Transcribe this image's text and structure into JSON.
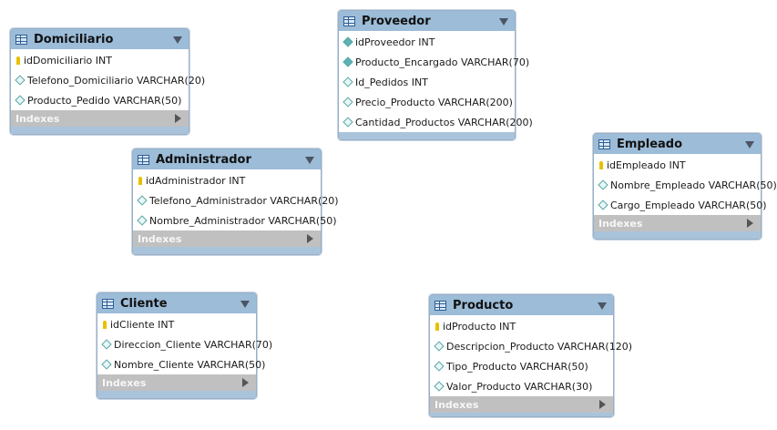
{
  "tables": {
    "domiciliario": {
      "name": "Domiciliario",
      "columns": [
        {
          "label": "idDomiciliario INT",
          "icon": "primary-key-icon"
        },
        {
          "label": "Telefono_Domiciliario VARCHAR(20)",
          "icon": "column-diamond-icon"
        },
        {
          "label": "Producto_Pedido VARCHAR(50)",
          "icon": "column-diamond-icon"
        }
      ],
      "indexes_label": "Indexes"
    },
    "proveedor": {
      "name": "Proveedor",
      "columns": [
        {
          "label": "idProveedor INT",
          "icon": "column-diamond-filled-icon"
        },
        {
          "label": "Producto_Encargado VARCHAR(70)",
          "icon": "column-diamond-filled-icon"
        },
        {
          "label": "Id_Pedidos INT",
          "icon": "column-diamond-icon"
        },
        {
          "label": "Precio_Producto VARCHAR(200)",
          "icon": "column-diamond-icon"
        },
        {
          "label": "Cantidad_Productos VARCHAR(200)",
          "icon": "column-diamond-icon"
        }
      ]
    },
    "administrador": {
      "name": "Administrador",
      "columns": [
        {
          "label": "idAdministrador INT",
          "icon": "primary-key-icon"
        },
        {
          "label": "Telefono_Administrador VARCHAR(20)",
          "icon": "column-diamond-icon"
        },
        {
          "label": "Nombre_Administrador VARCHAR(50)",
          "icon": "column-diamond-icon"
        }
      ],
      "indexes_label": "Indexes"
    },
    "empleado": {
      "name": "Empleado",
      "columns": [
        {
          "label": "idEmpleado INT",
          "icon": "primary-key-icon"
        },
        {
          "label": "Nombre_Empleado VARCHAR(50)",
          "icon": "column-diamond-icon"
        },
        {
          "label": "Cargo_Empleado VARCHAR(50)",
          "icon": "column-diamond-icon"
        }
      ],
      "indexes_label": "Indexes"
    },
    "cliente": {
      "name": "Cliente",
      "columns": [
        {
          "label": "idCliente INT",
          "icon": "primary-key-icon"
        },
        {
          "label": "Direccion_Cliente VARCHAR(70)",
          "icon": "column-diamond-icon"
        },
        {
          "label": "Nombre_Cliente VARCHAR(50)",
          "icon": "column-diamond-icon"
        }
      ],
      "indexes_label": "Indexes"
    },
    "producto": {
      "name": "Producto",
      "columns": [
        {
          "label": "idProducto INT",
          "icon": "primary-key-icon"
        },
        {
          "label": "Descripcion_Producto VARCHAR(120)",
          "icon": "column-diamond-icon"
        },
        {
          "label": "Tipo_Producto VARCHAR(50)",
          "icon": "column-diamond-icon"
        },
        {
          "label": "Valor_Producto VARCHAR(30)",
          "icon": "column-diamond-icon"
        }
      ],
      "indexes_label": "Indexes"
    }
  },
  "colors": {
    "header": "#9cbcd8",
    "indexes_bar": "#c0c0c0",
    "key": "#e8c000",
    "diamond": "#58a6a6"
  }
}
